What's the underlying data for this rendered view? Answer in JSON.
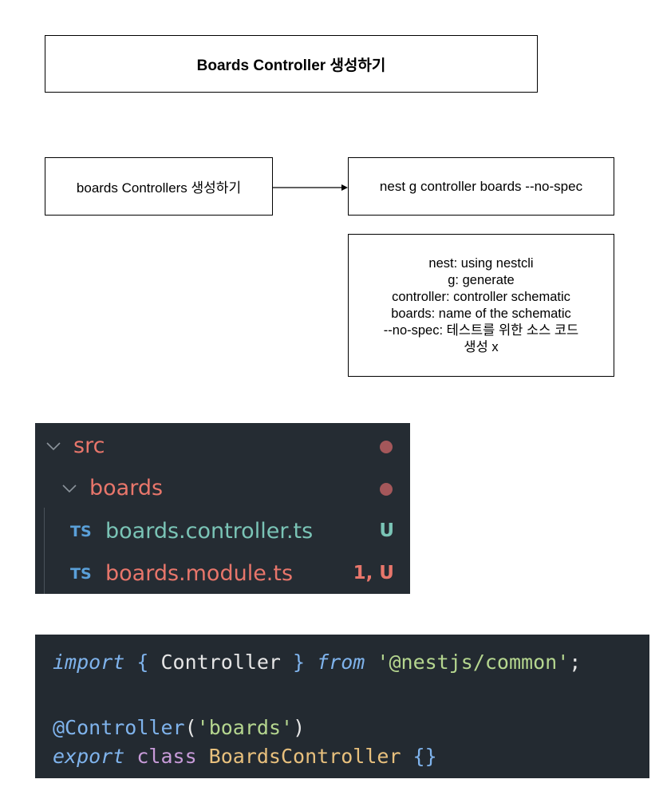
{
  "diagram": {
    "title": "Boards Controller 생성하기",
    "step_from": "boards Controllers 생성하기",
    "step_to": "nest g controller boards --no-spec",
    "notes": [
      "nest: using nestcli",
      "g: generate",
      "controller: controller schematic",
      "boards: name of the schematic",
      "--no-spec: 테스트를 위한 소스 코드",
      "생성 x"
    ]
  },
  "explorer": {
    "folder_src": "src",
    "folder_boards": "boards",
    "files": [
      {
        "badge": "TS",
        "name": "boards.controller.ts",
        "status": "U"
      },
      {
        "badge": "TS",
        "name": "boards.module.ts",
        "status": "1, U"
      }
    ],
    "colors": {
      "folder": "#e8766b",
      "untracked_file": "#7ac4b6",
      "error_file": "#e8766b",
      "ts_badge": "#5aa0d9",
      "dot": "#a4575a"
    }
  },
  "code": {
    "line1": {
      "kw_import": "import",
      "open_brace": " { ",
      "ident": "Controller",
      "close_brace": " } ",
      "kw_from": "from",
      "space": " ",
      "module": "'@nestjs/common'",
      "semi": ";"
    },
    "line3": {
      "decorator": "@Controller",
      "open": "(",
      "arg": "'boards'",
      "close": ")"
    },
    "line4": {
      "kw_export": "export",
      "kw_class": " class ",
      "class_name": "BoardsController",
      "body": " {}"
    }
  }
}
